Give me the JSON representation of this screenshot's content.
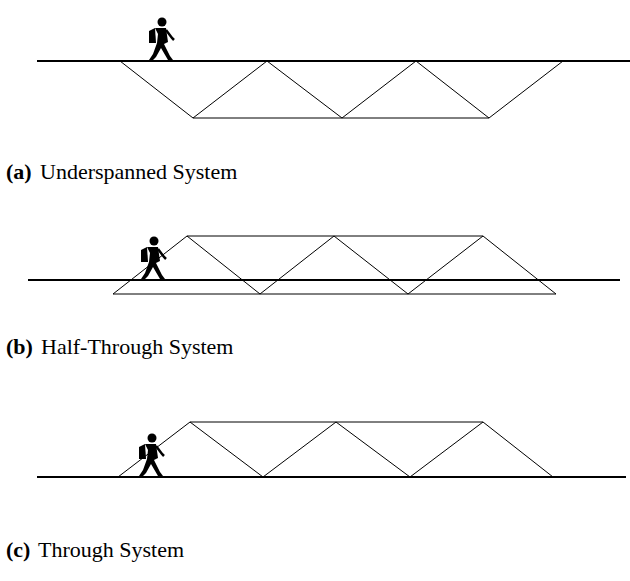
{
  "diagram": {
    "labels": [
      "(a)",
      "Underspanned System",
      "(b)",
      "Half-Through System",
      "(c)",
      "Through System"
    ]
  }
}
